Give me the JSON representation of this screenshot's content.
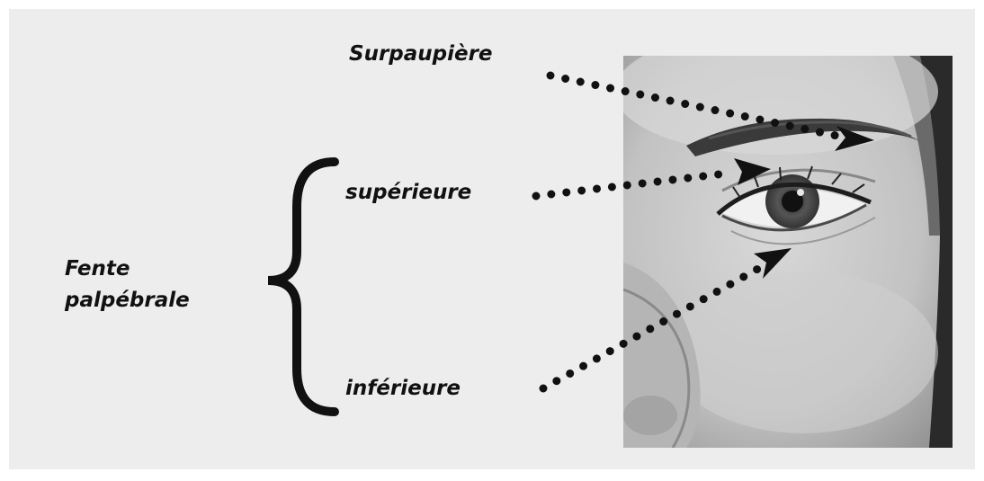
{
  "labels": {
    "surpaupiere": "Surpaupière",
    "superieure": "supérieure",
    "inferieure": "inférieure",
    "fente_line1": "Fente",
    "fente_line2": "palpébrale"
  },
  "colors": {
    "background": "#ededed",
    "ink": "#111111"
  }
}
